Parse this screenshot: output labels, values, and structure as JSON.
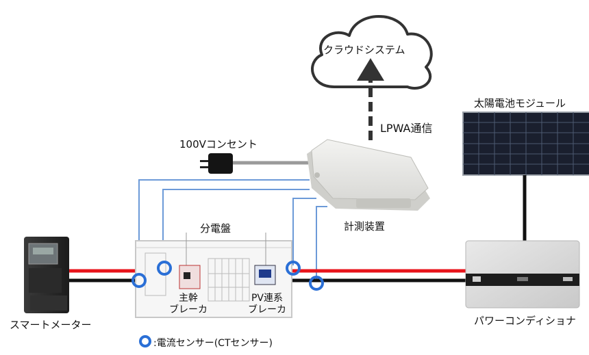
{
  "labels": {
    "cloud": "クラウドシステム",
    "lpwa": "LPWA通信",
    "solar_module": "太陽電池モジュール",
    "outlet": "100Vコンセント",
    "measuring_device": "計測装置",
    "distribution_board": "分電盤",
    "main_breaker_line1": "主幹",
    "main_breaker_line2": "ブレーカ",
    "pv_breaker_line1": "PV連系",
    "pv_breaker_line2": "ブレーカ",
    "smart_meter": "スマートメーター",
    "power_conditioner": "パワーコンディショナ",
    "legend": ":電流センサー(CTセンサー)"
  },
  "colors": {
    "power_line_red": "#e8141b",
    "power_line_black": "#111111",
    "sensor_wire_blue": "#6c9ad8",
    "ct_sensor": "#2a6fd6",
    "arrow": "#333333"
  }
}
